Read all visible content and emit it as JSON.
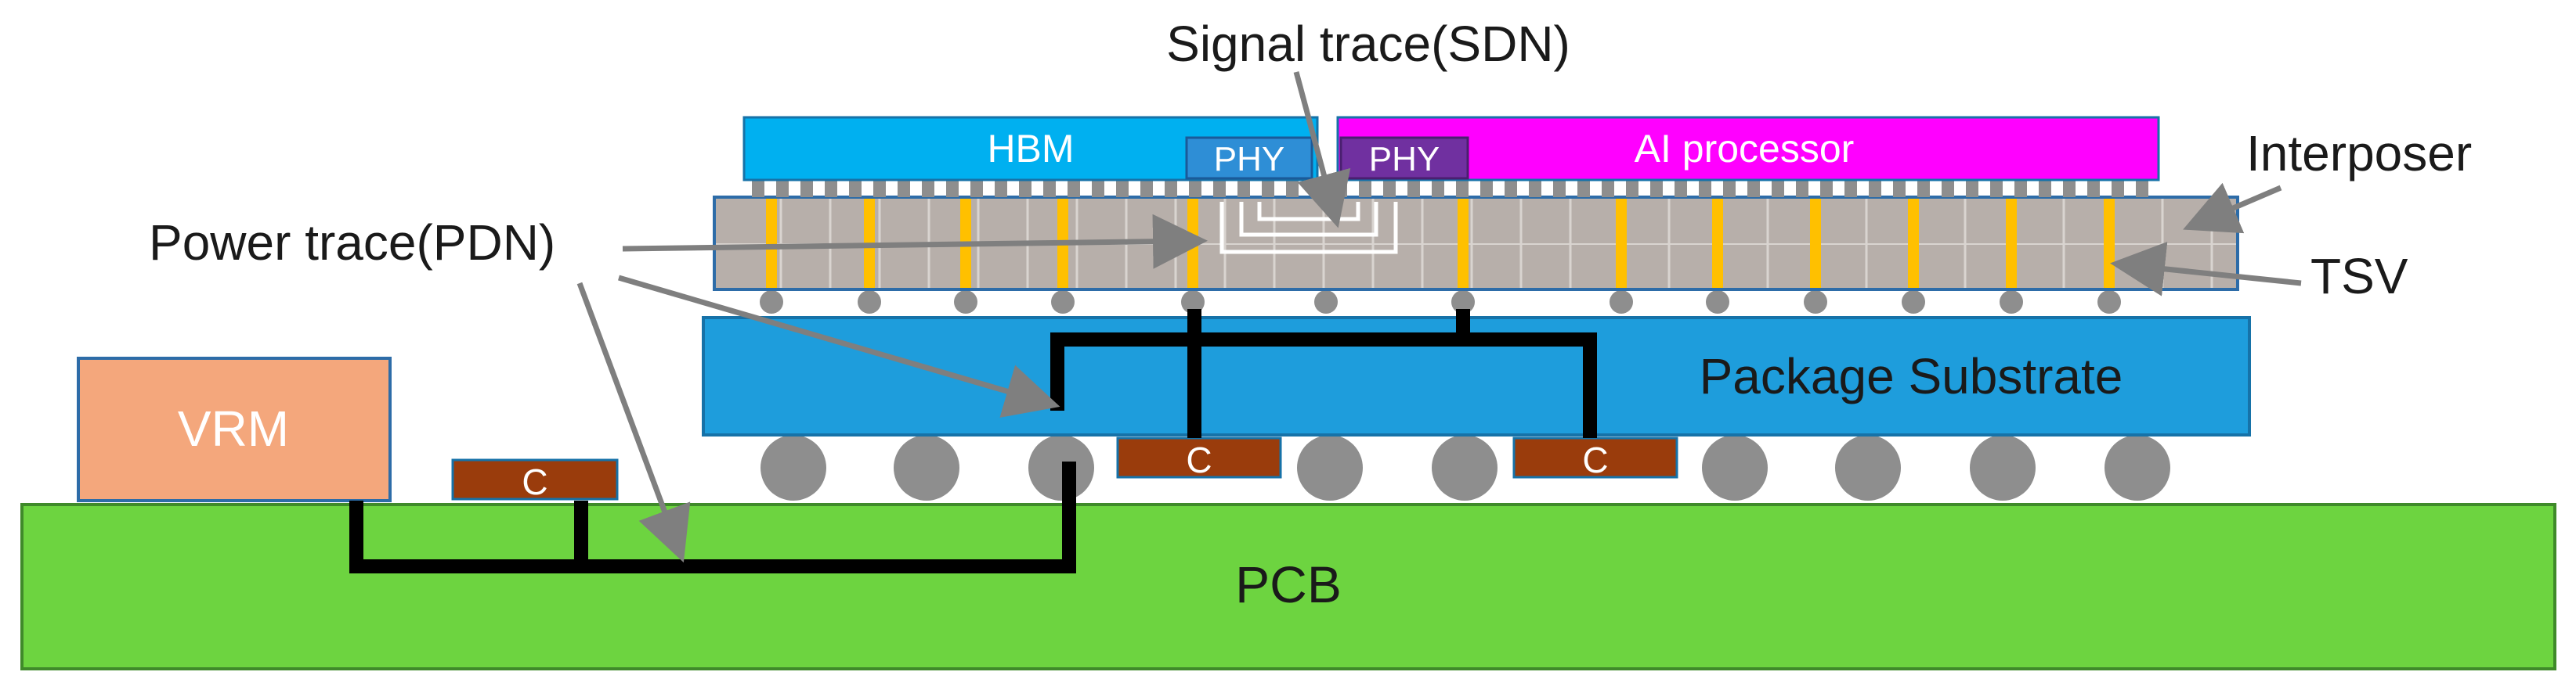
{
  "labels": {
    "signal_trace": "Signal trace(SDN)",
    "power_trace": "Power trace(PDN)",
    "interposer": "Interposer",
    "tsv": "TSV",
    "package_substrate": "Package Substrate",
    "pcb": "PCB",
    "vrm": "VRM",
    "hbm": "HBM",
    "ai_processor": "AI processor",
    "phy_hbm": "PHY",
    "phy_ai": "PHY",
    "capacitor": "C"
  },
  "colors": {
    "pcb": "#6dd440",
    "pcb_border": "#3f8a2a",
    "substrate": "#1e9ddc",
    "substrate_border": "#1672a8",
    "interposer": "#b7afaa",
    "interposer_border": "#2d6ca8",
    "hbm": "#00b0f0",
    "ai_processor": "#ff00ff",
    "phy_hbm": "#2e8ed6",
    "phy_ai": "#7030a0",
    "vrm": "#f4a77c",
    "capacitor": "#9a3c0c",
    "tsv": "#ffc000",
    "solder_ball": "#8e8e8e",
    "trace": "#000000",
    "arrow": "#7f7f7f"
  }
}
